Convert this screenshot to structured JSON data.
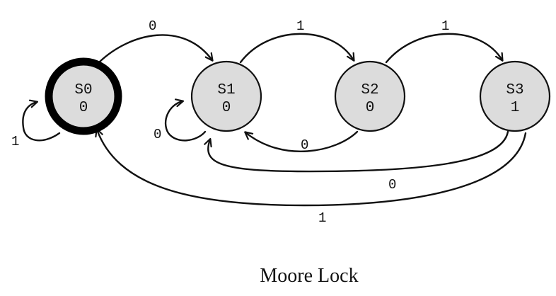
{
  "diagram": {
    "caption": "Moore Lock",
    "states": [
      {
        "id": "S0",
        "output": "0",
        "initial": true
      },
      {
        "id": "S1",
        "output": "0",
        "initial": false
      },
      {
        "id": "S2",
        "output": "0",
        "initial": false
      },
      {
        "id": "S3",
        "output": "1",
        "initial": false
      }
    ],
    "transitions": [
      {
        "from": "S0",
        "to": "S1",
        "label": "0"
      },
      {
        "from": "S1",
        "to": "S2",
        "label": "1"
      },
      {
        "from": "S2",
        "to": "S3",
        "label": "1"
      },
      {
        "from": "S0",
        "to": "S0",
        "label": "1"
      },
      {
        "from": "S1",
        "to": "S1",
        "label": "0"
      },
      {
        "from": "S2",
        "to": "S1",
        "label": "0"
      },
      {
        "from": "S3",
        "to": "S1",
        "label": "0"
      },
      {
        "from": "S3",
        "to": "S0",
        "label": "1"
      }
    ],
    "colors": {
      "state_fill": "#dcdcdc",
      "stroke": "#111111",
      "background": "#ffffff"
    }
  }
}
